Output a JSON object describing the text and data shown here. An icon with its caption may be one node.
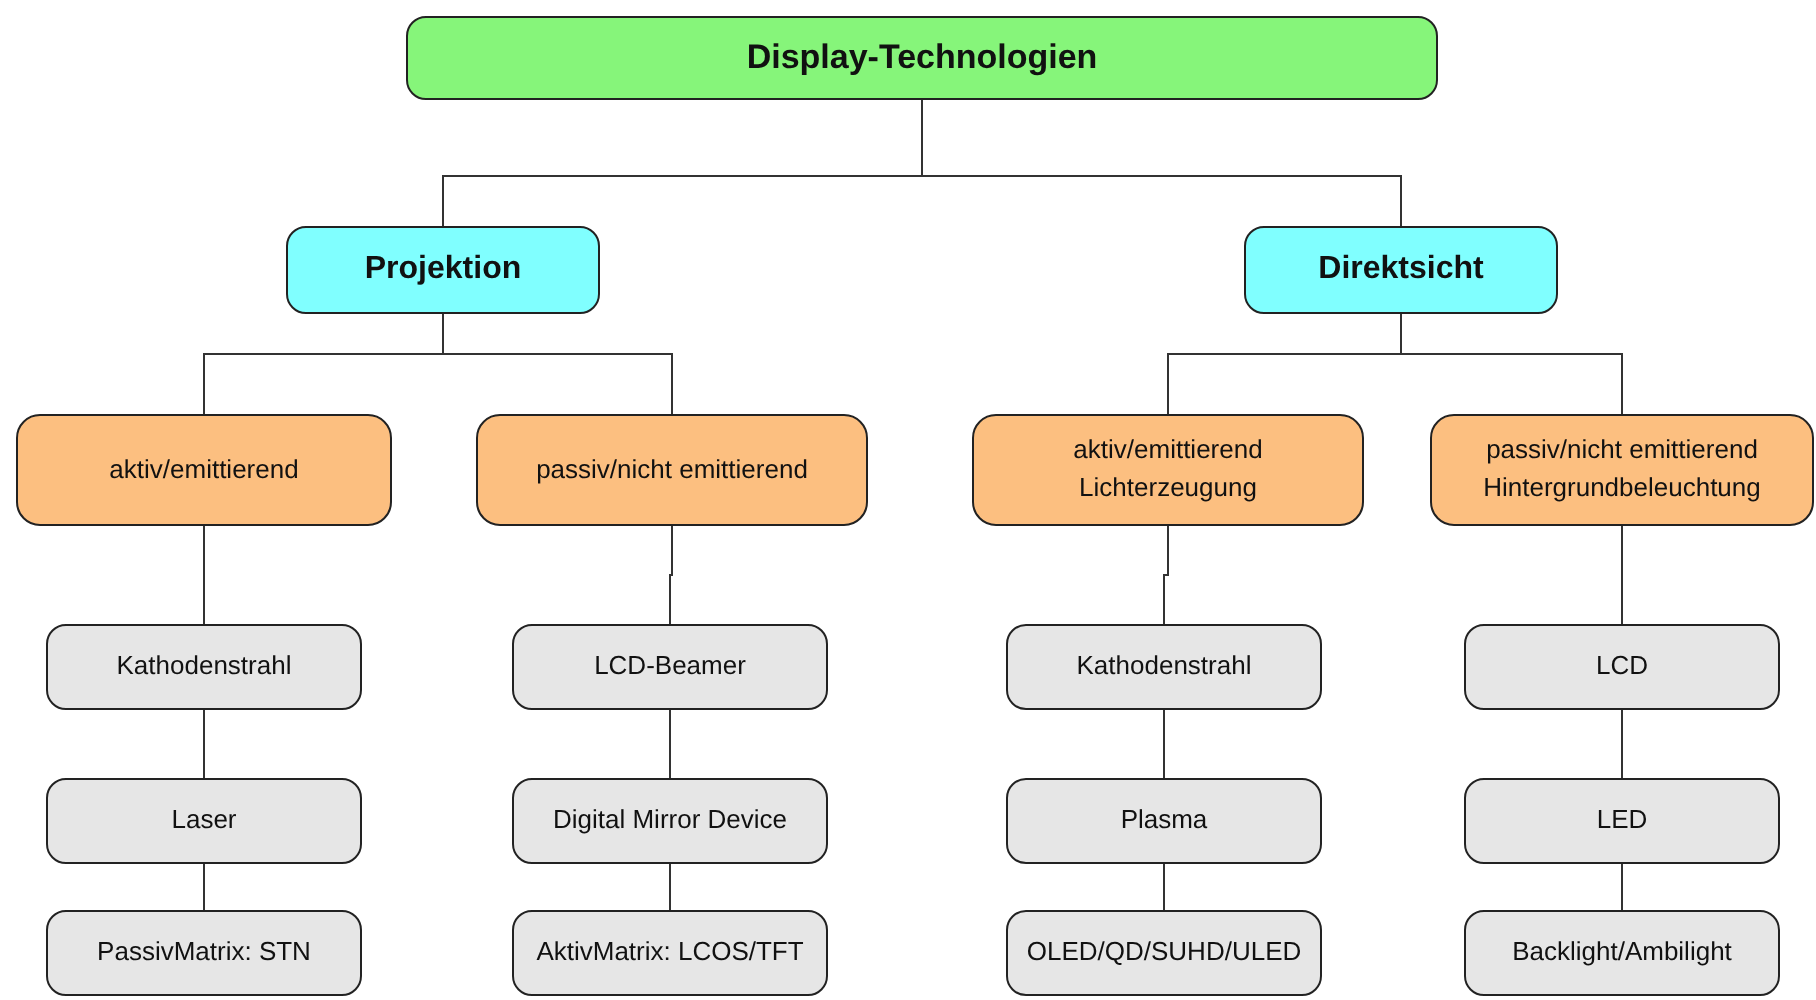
{
  "diagram": {
    "nodes": [
      {
        "text": [
          "Display-Technologien"
        ]
      },
      {
        "text": [
          "Projektion"
        ]
      },
      {
        "text": [
          "Direktsicht"
        ]
      },
      {
        "text": [
          "aktiv/emittierend"
        ]
      },
      {
        "text": [
          "passiv/nicht emittierend"
        ]
      },
      {
        "text": [
          "aktiv/emittierend Lichterzeugung"
        ]
      },
      {
        "text": [
          "passiv/nicht emittierend Hintergrundbeleuchtung"
        ]
      },
      {
        "text": [
          "Kathodenstrahl"
        ]
      },
      {
        "text": [
          "LCD-Beamer"
        ]
      },
      {
        "text": [
          "Kathodenstrahl"
        ]
      },
      {
        "text": [
          "LCD"
        ]
      },
      {
        "text": [
          "Laser"
        ]
      },
      {
        "text": [
          "Digital Mirror Device"
        ]
      },
      {
        "text": [
          "Plasma"
        ]
      },
      {
        "text": [
          "LED"
        ]
      },
      {
        "text": [
          "PassivMatrix: STN"
        ]
      },
      {
        "text": [
          "AktivMatrix: LCOS/TFT"
        ]
      },
      {
        "text": [
          "OLED/QD/SUHD/ULED"
        ]
      },
      {
        "text": [
          "Backlight/Ambilight"
        ]
      }
    ],
    "edges": [
      {
        "from": 0,
        "to": 1,
        "arrow": "none"
      },
      {
        "from": 0,
        "to": 2,
        "arrow": "none"
      },
      {
        "from": 1,
        "to": 3,
        "arrow": "none"
      },
      {
        "from": 1,
        "to": 4,
        "arrow": "none"
      },
      {
        "from": 2,
        "to": 5,
        "arrow": "none"
      },
      {
        "from": 2,
        "to": 6,
        "arrow": "none"
      },
      {
        "from": 3,
        "to": 7,
        "arrow": "none"
      },
      {
        "from": 4,
        "to": 8,
        "arrow": "none"
      },
      {
        "from": 5,
        "to": 9,
        "arrow": "none"
      },
      {
        "from": 6,
        "to": 10,
        "arrow": "none"
      },
      {
        "from": 7,
        "to": 11,
        "arrow": "none"
      },
      {
        "from": 8,
        "to": 12,
        "arrow": "none"
      },
      {
        "from": 9,
        "to": 13,
        "arrow": "none"
      },
      {
        "from": 10,
        "to": 14,
        "arrow": "none"
      },
      {
        "from": 11,
        "to": 15,
        "arrow": "none"
      },
      {
        "from": 12,
        "to": 16,
        "arrow": "none"
      },
      {
        "from": 13,
        "to": 17,
        "arrow": "none"
      },
      {
        "from": 14,
        "to": 18,
        "arrow": "none"
      }
    ]
  }
}
